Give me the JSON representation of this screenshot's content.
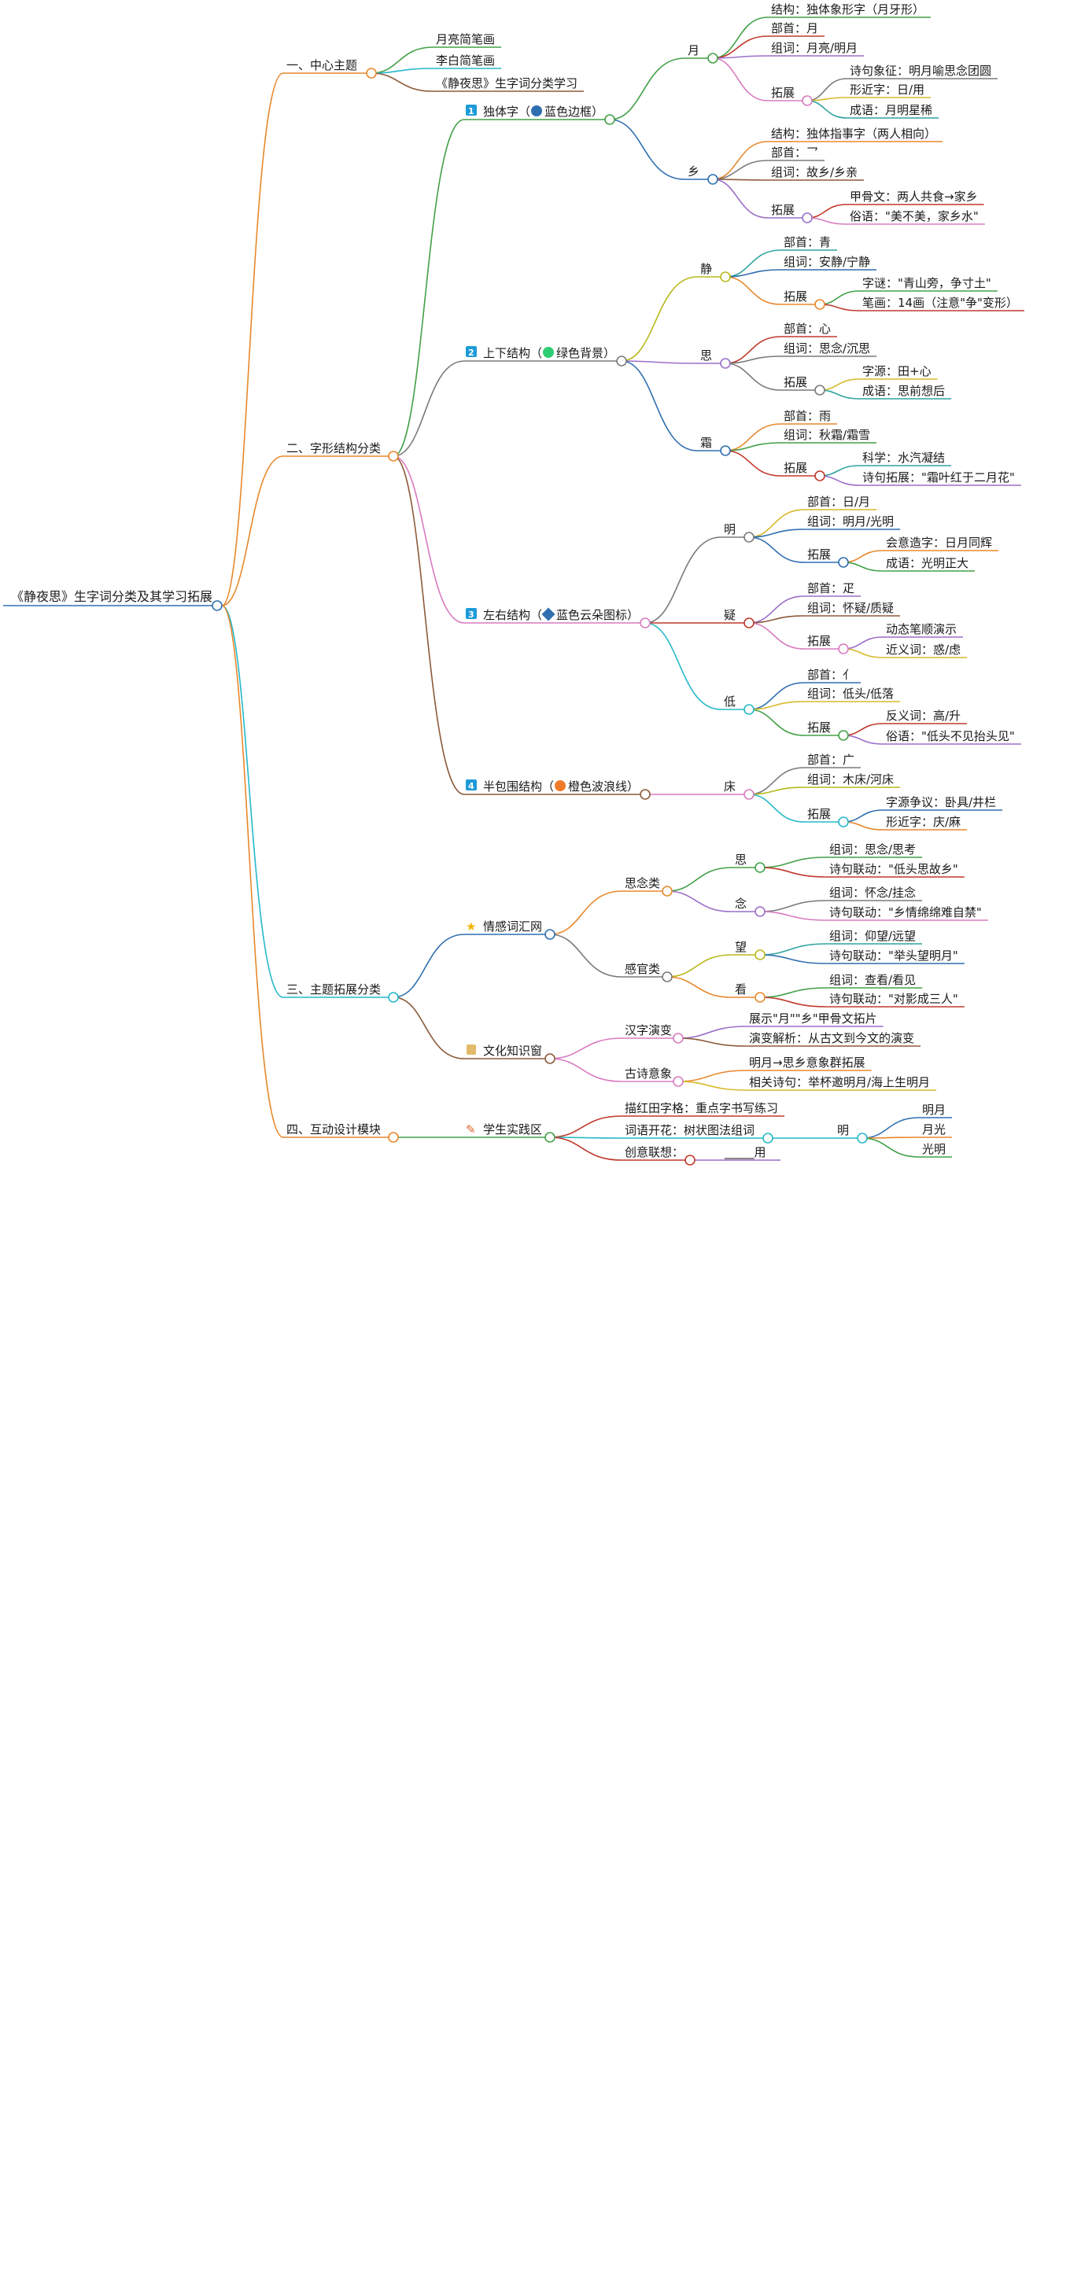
{
  "root": "《静夜思》生字词分类及其学习拓展",
  "colors": {
    "orange": "#e8882c",
    "green": "#43a047",
    "gray": "#7a7a7a",
    "cyan": "#26b8c8",
    "teal": "#2fa4a0",
    "blue": "#2f6fb0",
    "brown": "#8d5a3b",
    "purple": "#9b6fc9",
    "pink": "#d97bc0",
    "red": "#c0392b",
    "olive": "#b8b81d",
    "yellow": "#d8b92b",
    "badge": "#1e9bd7"
  },
  "icons": {
    "badges": [
      "1",
      "2",
      "3",
      "4"
    ],
    "blue_dot": "blue-circle-icon",
    "green_dot": "green-circle-icon",
    "blue_diamond": "blue-diamond-icon",
    "orange_dot": "orange-circle-icon",
    "star": "star-icon",
    "scroll": "scroll-icon",
    "pencil": "pencil-icon"
  },
  "branches": {
    "b1": {
      "label": "一、中心主题",
      "items": [
        "月亮简笔画",
        "李白简笔画",
        "《静夜思》生字词分类学习"
      ]
    },
    "b2": {
      "label": "二、字形结构分类",
      "s1": {
        "label": "独体字（",
        "label_tail": "蓝色边框）",
        "yue": {
          "char": "月",
          "items": [
            "结构：独体象形字（月牙形）",
            "部首：月",
            "组词：月亮/明月"
          ],
          "ext_label": "拓展",
          "ext": [
            "诗句象征：明月喻思念团圆",
            "形近字：日/用",
            "成语：月明星稀"
          ]
        },
        "xiang": {
          "char": "乡",
          "items": [
            "结构：独体指事字（两人相向）",
            "部首：乛",
            "组词：故乡/乡亲"
          ],
          "ext_label": "拓展",
          "ext": [
            "甲骨文：两人共食→家乡",
            "俗语：\"美不美，家乡水\""
          ]
        }
      },
      "s2": {
        "label": "上下结构（",
        "label_tail": "绿色背景）",
        "jing": {
          "char": "静",
          "items": [
            "部首：青",
            "组词：安静/宁静"
          ],
          "ext_label": "拓展",
          "ext": [
            "字谜：\"青山旁，争寸土\"",
            "笔画：14画（注意\"争\"变形）"
          ]
        },
        "si": {
          "char": "思",
          "items": [
            "部首：心",
            "组词：思念/沉思"
          ],
          "ext_label": "拓展",
          "ext": [
            "字源：田+心",
            "成语：思前想后"
          ]
        },
        "shuang": {
          "char": "霜",
          "items": [
            "部首：雨",
            "组词：秋霜/霜雪"
          ],
          "ext_label": "拓展",
          "ext": [
            "科学：水汽凝结",
            "诗句拓展：\"霜叶红于二月花\""
          ]
        }
      },
      "s3": {
        "label": "左右结构（",
        "label_tail": "蓝色云朵图标）",
        "ming": {
          "char": "明",
          "items": [
            "部首：日/月",
            "组词：明月/光明"
          ],
          "ext_label": "拓展",
          "ext": [
            "会意造字：日月同辉",
            "成语：光明正大"
          ]
        },
        "yi": {
          "char": "疑",
          "items": [
            "部首：疋",
            "组词：怀疑/质疑"
          ],
          "ext_label": "拓展",
          "ext": [
            "动态笔顺演示",
            "近义词：惑/虑"
          ]
        },
        "di": {
          "char": "低",
          "items": [
            "部首：亻",
            "组词：低头/低落"
          ],
          "ext_label": "拓展",
          "ext": [
            "反义词：高/升",
            "俗语：\"低头不见抬头见\""
          ]
        }
      },
      "s4": {
        "label": "半包围结构（",
        "label_tail": "橙色波浪线）",
        "chuang": {
          "char": "床",
          "items": [
            "部首：广",
            "组词：木床/河床"
          ],
          "ext_label": "拓展",
          "ext": [
            "字源争议：卧具/井栏",
            "形近字：庆/麻"
          ]
        }
      }
    },
    "b3": {
      "label": "三、主题拓展分类",
      "s1": {
        "label": "情感词汇网",
        "c1": {
          "label": "思念类",
          "si": {
            "char": "思",
            "items": [
              "组词：思念/思考",
              "诗句联动：\"低头思故乡\""
            ]
          },
          "nian": {
            "char": "念",
            "items": [
              "组词：怀念/挂念",
              "诗句联动：\"乡情绵绵难自禁\""
            ]
          }
        },
        "c2": {
          "label": "感官类",
          "wang": {
            "char": "望",
            "items": [
              "组词：仰望/远望",
              "诗句联动：\"举头望明月\""
            ]
          },
          "kan": {
            "char": "看",
            "items": [
              "组词：查看/看见",
              "诗句联动：\"对影成三人\""
            ]
          }
        }
      },
      "s2": {
        "label": "文化知识窗",
        "c1": {
          "label": "汉字演变",
          "items": [
            "展示\"月\"\"乡\"甲骨文拓片",
            "演变解析：从古文到今文的演变"
          ]
        },
        "c2": {
          "label": "古诗意象",
          "items": [
            "明月→思乡意象群拓展",
            "相关诗句：举杯邀明月/海上生明月"
          ]
        }
      }
    },
    "b4": {
      "label": "四、互动设计模块",
      "s1": {
        "label": "学生实践区",
        "items": [
          "描红田字格：重点字书写练习",
          "词语开花：树状图法组词",
          "创意联想："
        ],
        "blank": "_____用",
        "ming_char": "明",
        "ming_words": [
          "明月",
          "月光",
          "光明"
        ]
      }
    }
  }
}
